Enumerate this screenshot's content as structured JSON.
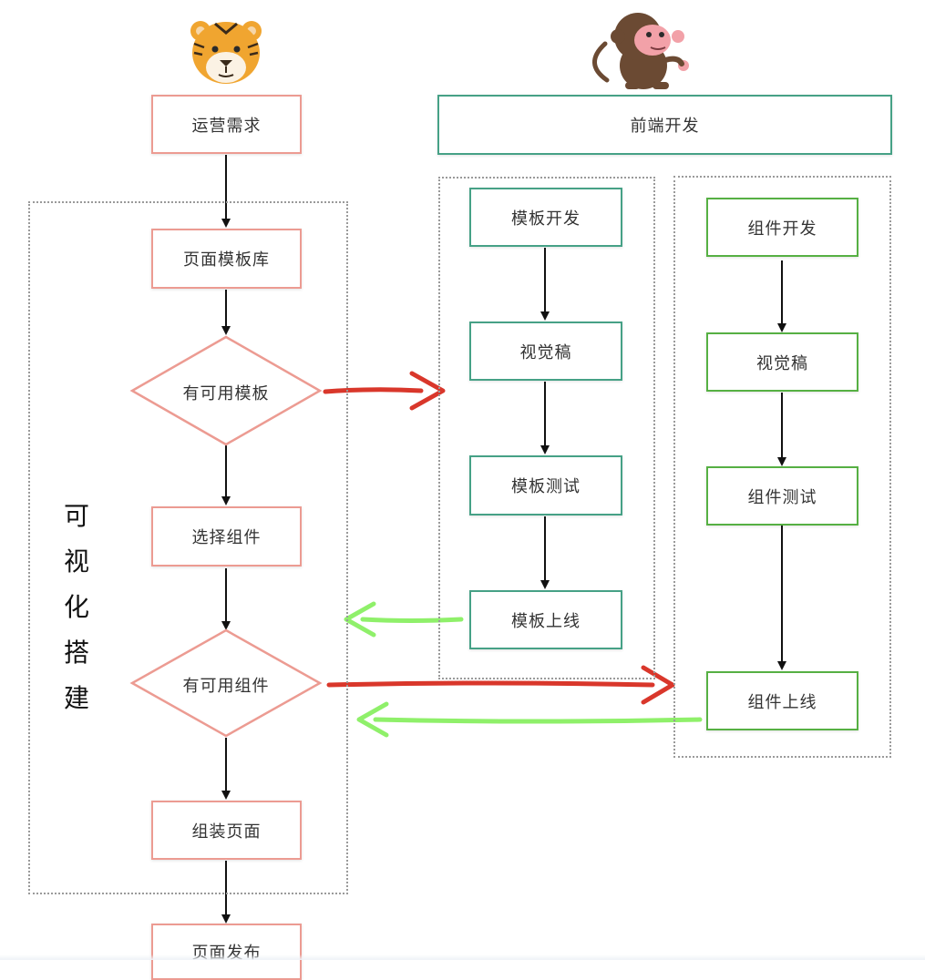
{
  "diagram": {
    "operations": {
      "mascot": "tiger-icon",
      "nodes": {
        "requirement": "运营需求",
        "template_library": "页面模板库",
        "has_template": "有可用模板",
        "choose_component": "选择组件",
        "has_component": "有可用组件",
        "assemble_page": "组装页面",
        "publish_page": "页面发布"
      },
      "group_label_chars": [
        "可",
        "视",
        "化",
        "搭",
        "建"
      ]
    },
    "frontend": {
      "mascot": "monkey-icon",
      "title": "前端开发",
      "template_track": [
        "模板开发",
        "视觉稿",
        "模板测试",
        "模板上线"
      ],
      "component_track": [
        "组件开发",
        "视觉稿",
        "组件测试",
        "组件上线"
      ]
    },
    "colors": {
      "operations_border": "#ec9b92",
      "template_border": "#46a186",
      "component_border": "#56b043",
      "no_arrow": "#d9372b",
      "yes_arrow": "#8ff06a",
      "flow_arrow": "#111111",
      "group_border": "#9a9a9a"
    }
  }
}
